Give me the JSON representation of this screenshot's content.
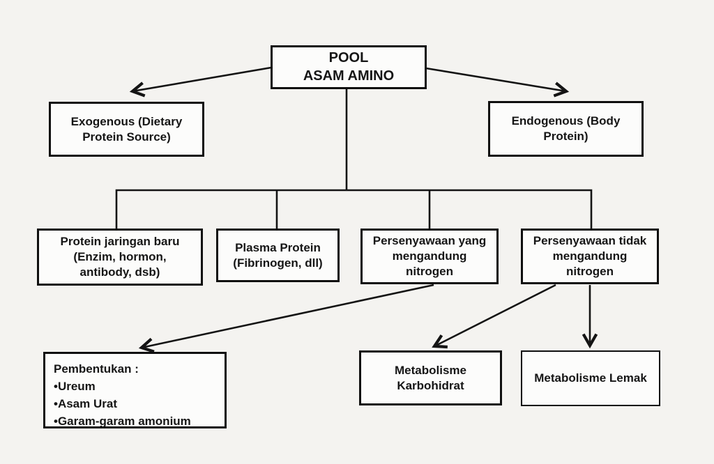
{
  "diagram": {
    "nodes": {
      "pool": {
        "label": "POOL\nASAM AMINO"
      },
      "exogenous": {
        "label": "Exogenous (Dietary\nProtein Source)"
      },
      "endogenous": {
        "label": "Endogenous (Body\nProtein)"
      },
      "protein_jaringan_baru": {
        "label": "Protein jaringan baru\n(Enzim, hormon,\nantibody, dsb)"
      },
      "plasma_protein": {
        "label": "Plasma Protein\n(Fibrinogen, dll)"
      },
      "persenyawaan_yang": {
        "label": "Persenyawaan yang\nmengandung\nnitrogen"
      },
      "persenyawaan_tidak": {
        "label": "Persenyawaan tidak\nmengandung\nnitrogen"
      },
      "pembentukan": {
        "label": "Pembentukan :\n•Ureum\n•Asam Urat\n•Garam-garam amonium"
      },
      "metabolisme_karbohidrat": {
        "label": "Metabolisme\nKarbohidrat"
      },
      "metabolisme_lemak": {
        "label": "Metabolisme Lemak"
      }
    },
    "edges": [
      {
        "from": "pool",
        "to": "exogenous",
        "arrow": true
      },
      {
        "from": "pool",
        "to": "endogenous",
        "arrow": true
      },
      {
        "from": "pool",
        "to": "protein_jaringan_baru",
        "arrow": false
      },
      {
        "from": "pool",
        "to": "plasma_protein",
        "arrow": false
      },
      {
        "from": "pool",
        "to": "persenyawaan_yang",
        "arrow": false
      },
      {
        "from": "pool",
        "to": "persenyawaan_tidak",
        "arrow": false
      },
      {
        "from": "persenyawaan_yang",
        "to": "pembentukan",
        "arrow": true
      },
      {
        "from": "persenyawaan_tidak",
        "to": "metabolisme_karbohidrat",
        "arrow": true
      },
      {
        "from": "persenyawaan_tidak",
        "to": "metabolisme_lemak",
        "arrow": true
      }
    ],
    "colors": {
      "background": "#f4f3f0",
      "box_fill": "#fcfcfb",
      "box_border": "#0f0f0f",
      "line": "#141414",
      "text": "#161616"
    }
  }
}
